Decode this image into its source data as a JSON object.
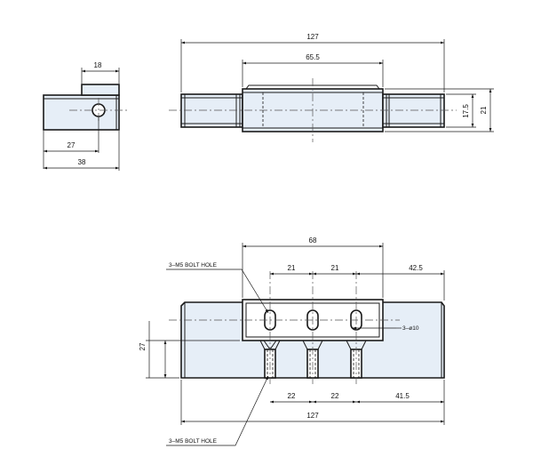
{
  "side_view": {
    "dim_tab_width": "18",
    "dim_body_width": "27",
    "dim_overall_width": "38"
  },
  "front_view": {
    "dim_overall_length": "127",
    "dim_center_section": "65.5",
    "dim_thread_dia": "17.5",
    "dim_height": "21"
  },
  "base_view": {
    "dim_hole_span": "68",
    "dim_pitch_1": "21",
    "dim_pitch_2": "21",
    "dim_right_offset_top": "42.5",
    "dim_height": "27",
    "dim_base_pitch_1": "22",
    "dim_base_pitch_2": "22",
    "dim_right_offset_bottom": "41.5",
    "dim_overall_length": "127",
    "note_bolt_hole_top": "3–M5 BOLT HOLE",
    "note_bolt_hole_bottom": "3–M5 BOLT HOLE",
    "note_diameter": "3–ø10"
  },
  "colors": {
    "part_fill": "#e6eef7",
    "line": "#1a1a1a"
  }
}
